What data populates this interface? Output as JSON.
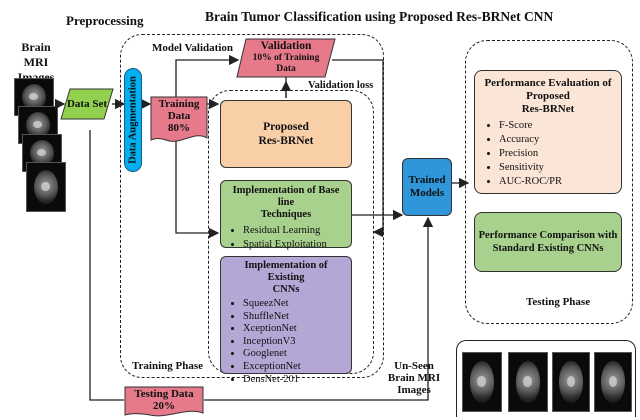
{
  "header": {
    "preprocessing": "Preprocessing",
    "title": "Brain Tumor Classification using Proposed Res-BRNet CNN"
  },
  "input": {
    "label_line1": "Brain",
    "label_line2": "MRI Images"
  },
  "dataset": {
    "label": "Data Set"
  },
  "augmentation": {
    "label": "Data Augmentation"
  },
  "training_data": {
    "line1": "Training",
    "line2": "Data",
    "line3": "80%"
  },
  "validation": {
    "model_validation": "Model Validation",
    "title": "Validation",
    "line2": "10% of Training",
    "line3": "Data",
    "loss": "Validation loss"
  },
  "proposed": {
    "line1": "Proposed",
    "line2": "Res-BRNet"
  },
  "baseline": {
    "title_line1": "Implementation of Base line",
    "title_line2": "Techniques",
    "items": [
      "Residual Learning",
      "Spatial Exploitation"
    ]
  },
  "existing": {
    "title_line1": "Implementation of Existing",
    "title_line2": "CNNs",
    "items": [
      "SqueezNet",
      "ShuffleNet",
      "XceptionNet",
      "InceptionV3",
      "Googlenet",
      "ExceptionNet",
      "DensNet-201"
    ]
  },
  "training_phase": "Training Phase",
  "trained_models": {
    "line1": "Trained",
    "line2": "Models"
  },
  "performance": {
    "title_line1": "Performance Evaluation of",
    "title_line2": "Proposed",
    "title_line3": "Res-BRNet",
    "items": [
      "F-Score",
      "Accuracy",
      "Precision",
      "Sensitivity",
      "AUC-ROC/PR"
    ]
  },
  "comparison": {
    "line1": "Performance Comparison with",
    "line2": "Standard Existing CNNs"
  },
  "testing_phase": "Testing Phase",
  "testing_data": {
    "line1": "Testing Data",
    "line2": "20%"
  },
  "unseen": {
    "line1": "Un-Seen",
    "line2": "Brain MRI",
    "line3": "Images"
  },
  "colors": {
    "dataset_green": "#92d050",
    "augmentation_blue": "#00b0f0",
    "pink": "#e6798a",
    "proposed_orange": "#f8cfa6",
    "baseline_green": "#a9d18e",
    "existing_purple": "#b4a7d6",
    "trained_blue": "#2e96d9",
    "performance_beige": "#fbe5d6",
    "comparison_green": "#a9d18e"
  }
}
